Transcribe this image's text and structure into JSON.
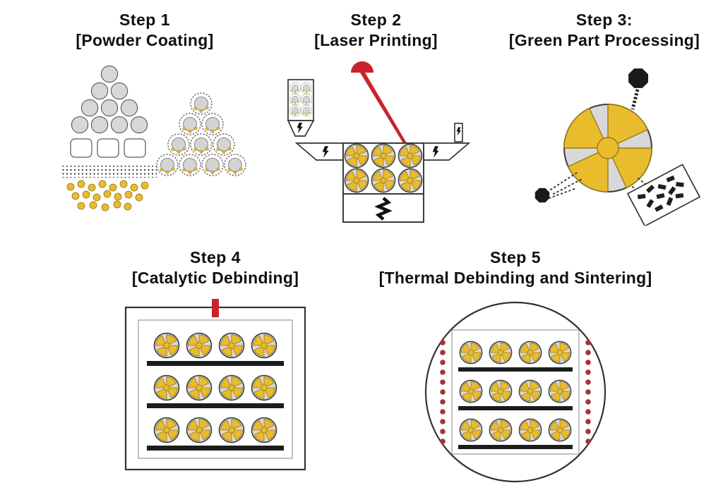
{
  "diagram": {
    "steps": [
      {
        "title": "Step 1",
        "subtitle": "[Powder Coating]"
      },
      {
        "title": "Step 2",
        "subtitle": "[Laser Printing]"
      },
      {
        "title": "Step 3:",
        "subtitle": "[Green Part Processing]"
      },
      {
        "title": "Step 4",
        "subtitle": "[Catalytic Debinding]"
      },
      {
        "title": "Step 5",
        "subtitle": "[Thermal Debinding and Sintering]"
      }
    ],
    "colors": {
      "part_yellow": "#e9bc2e",
      "powder_gray": "#d8d8d8",
      "laser_red": "#c8232a",
      "vent_red": "#c8232a",
      "heater_dot_red": "#a63431",
      "shelf_black": "#1c1c1c",
      "outline_dark": "#333333"
    },
    "illustrations": [
      {
        "name": "powder-coating-illustration",
        "elements": [
          "metal-powder-pyramid",
          "binder-particle-squares",
          "fine-powder-dot-grid",
          "binder-droplet-cluster",
          "coated-powder-pyramid"
        ]
      },
      {
        "name": "laser-printing-illustration",
        "elements": [
          "laser-source-icon",
          "laser-beam",
          "powder-hopper",
          "feed-funnel",
          "overflow-chute-left",
          "overflow-chute-right",
          "recoater-nozzle",
          "powder-bed",
          "impeller-parts",
          "build-piston-screw"
        ]
      },
      {
        "name": "green-part-processing-illustration",
        "elements": [
          "machining-tool-icon",
          "threaded-rod",
          "green-part-magnified",
          "blasting-nozzle-icon",
          "spray-dotted-lines",
          "parts-tray"
        ]
      },
      {
        "name": "catalytic-debinding-illustration",
        "elements": [
          "furnace-box",
          "vent-pipe",
          "part-shelves",
          "impeller-parts"
        ]
      },
      {
        "name": "thermal-sintering-illustration",
        "elements": [
          "sintering-furnace-circle",
          "heater-dots-left",
          "heater-dots-right",
          "part-shelves",
          "impeller-parts"
        ]
      }
    ]
  }
}
